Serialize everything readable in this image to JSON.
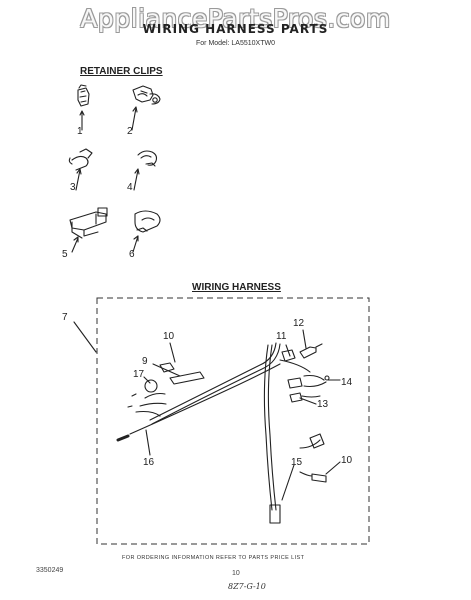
{
  "watermark": "AppliancePartsPros.com",
  "header": {
    "title": "WIRING HARNESS PARTS",
    "model": "For Model: LA5510XTW0"
  },
  "retainer_clips": {
    "title": "RETAINER CLIPS",
    "callouts": [
      "1",
      "2",
      "3",
      "4",
      "5",
      "6"
    ]
  },
  "wiring_harness": {
    "title": "WIRING HARNESS",
    "callouts": [
      "7",
      "10",
      "11",
      "12",
      "9",
      "17",
      "14",
      "13",
      "16",
      "15",
      "10"
    ]
  },
  "footer": {
    "ordering_note": "FOR ORDERING INFORMATION REFER TO PARTS PRICE LIST",
    "part_code": "3350249",
    "page_number": "10",
    "handwritten_note": "8Z7-G-10"
  }
}
